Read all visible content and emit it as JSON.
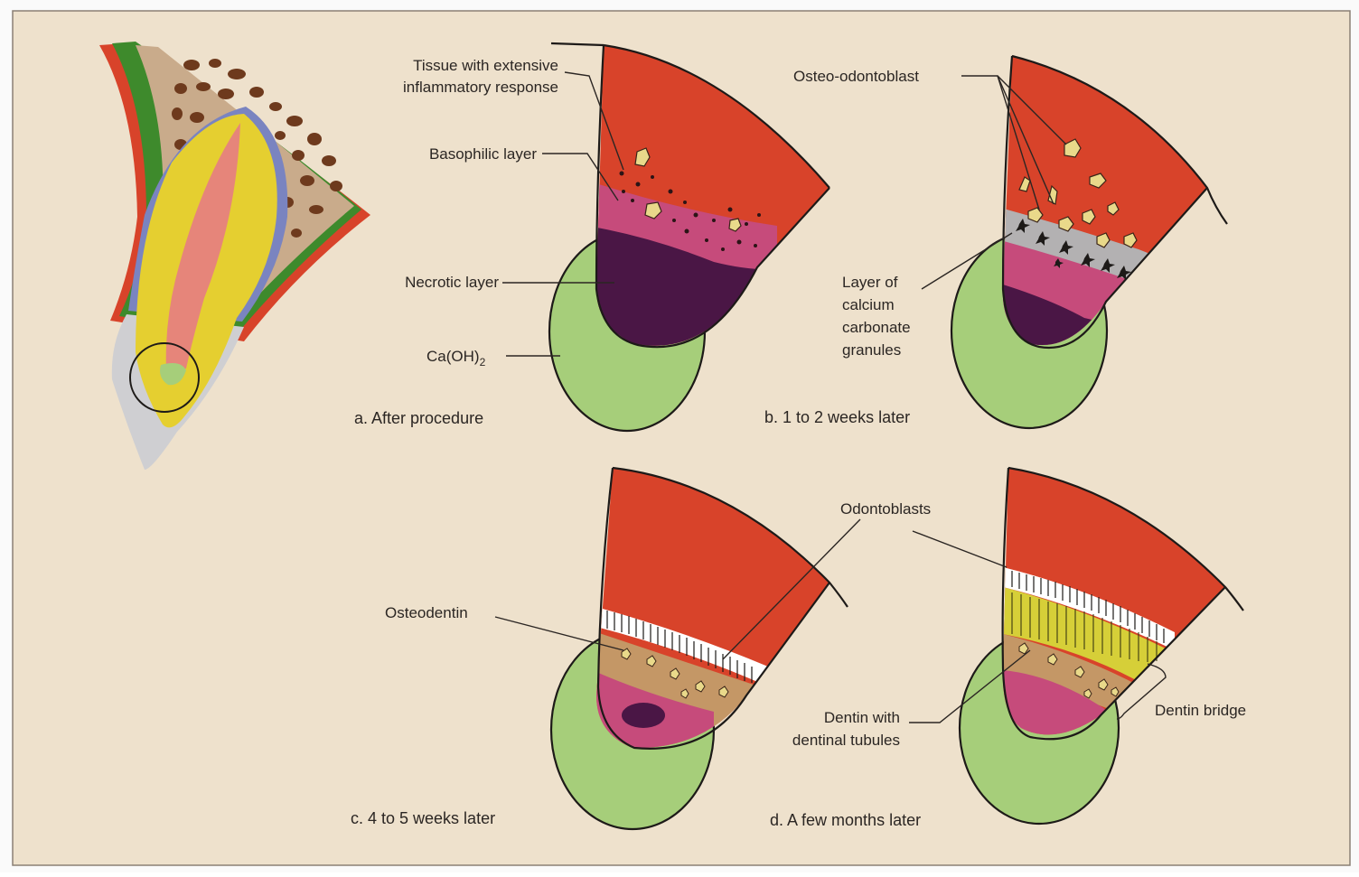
{
  "labels": {
    "tissue_line1": "Tissue with extensive",
    "tissue_line2": "inflammatory response",
    "basophilic": "Basophilic layer",
    "necrotic": "Necrotic layer",
    "caoh_main": "Ca(OH)",
    "caoh_sub": "2",
    "osteo_odontoblast": "Osteo-odontoblast",
    "calcium_line1": "Layer of",
    "calcium_line2": "calcium",
    "calcium_line3": "carbonate",
    "calcium_line4": "granules",
    "odontoblasts": "Odontoblasts",
    "osteodentin": "Osteodentin",
    "dentin_line1": "Dentin with",
    "dentin_line2": "dentinal tubules",
    "dentin_bridge": "Dentin bridge"
  },
  "captions": {
    "a": "a. After procedure",
    "b": "b. 1 to 2 weeks later",
    "c": "c. 4 to 5 weeks later",
    "d": "d. A few months later"
  },
  "colors": {
    "background": "#eee1cc",
    "pulp_red": "#d8432a",
    "ca_oh_green": "#a6ce7a",
    "necrotic_purple": "#4a1645",
    "basophilic_pink": "#c64b7b",
    "calcium_gray": "#b3b1b2",
    "osteodentin_tan": "#c49766",
    "dentin_yellow": "#d6cf38",
    "tooth_yellow": "#e5cf30",
    "bone_tan": "#c9ab8b",
    "bone_brown": "#6e3a1d",
    "gum_green": "#3e8a2c",
    "ligament_blue": "#7a84c0",
    "enamel_gray": "#cfcfd2",
    "pulp_pink": "#e6857a",
    "cell_yellow": "#e9d98a"
  }
}
